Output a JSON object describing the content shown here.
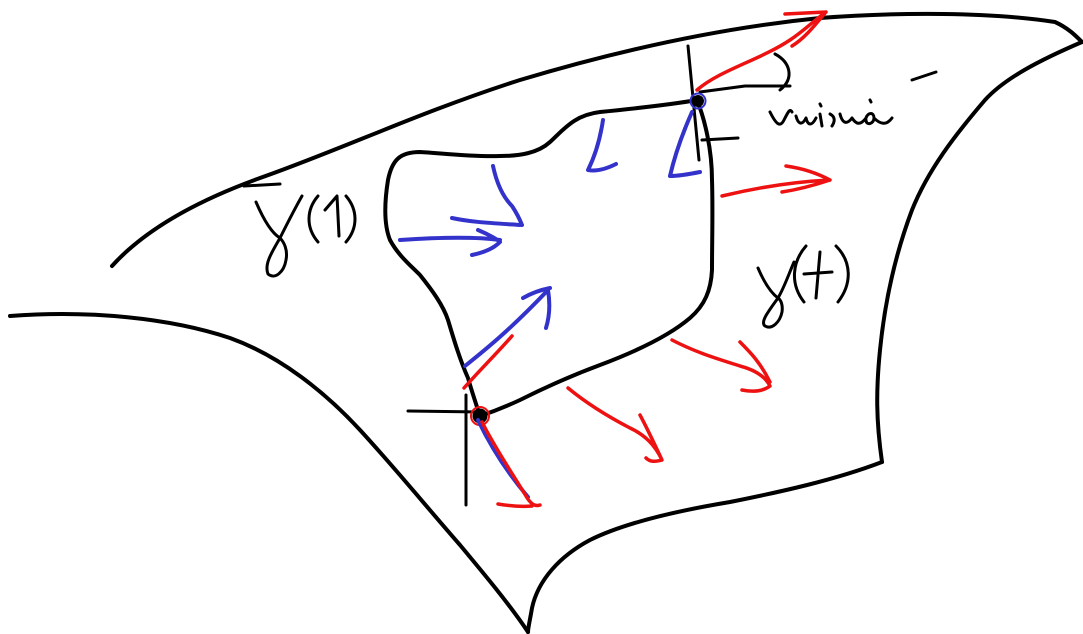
{
  "colors": {
    "background": "#ffffff",
    "surface_ink": "#000000",
    "curve_gamma_bar_vectors": "#3333cc",
    "curve_gamma_vectors": "#ee1111"
  },
  "labels": {
    "gamma_bar": "γ̄(1)",
    "gamma": "γ(t)",
    "endpoint_note": "vuirre"
  }
}
